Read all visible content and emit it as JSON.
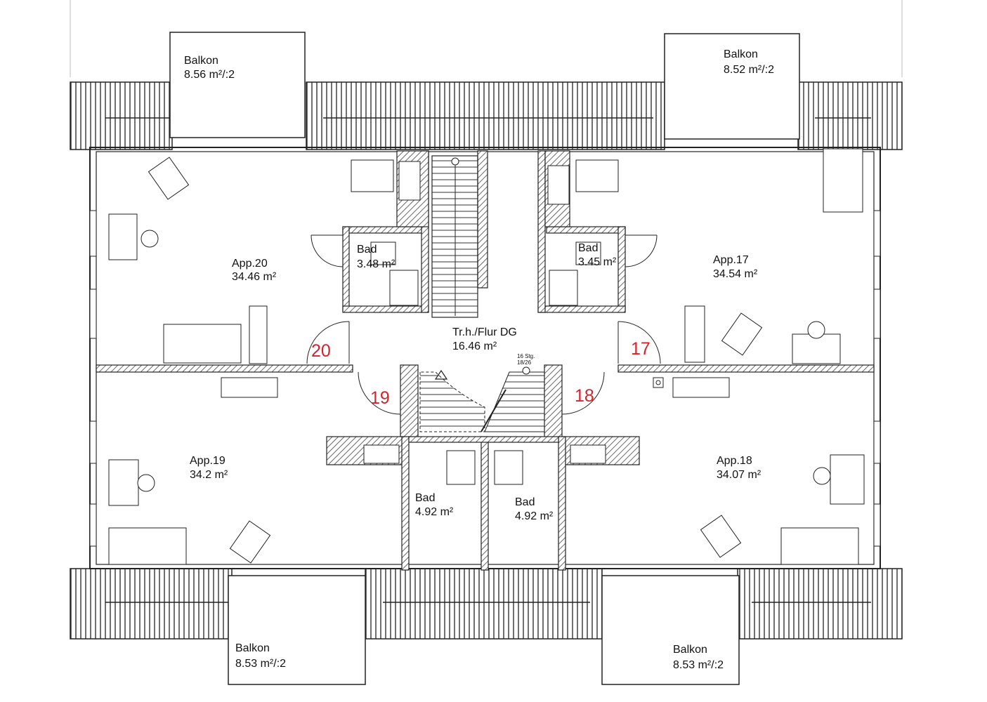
{
  "apartments": [
    {
      "name": "App.20",
      "area": "34.46 m²"
    },
    {
      "name": "App.17",
      "area": "34.54 m²"
    },
    {
      "name": "App.19",
      "area": "34.2 m²"
    },
    {
      "name": "App.18",
      "area": "34.07 m²"
    }
  ],
  "bathrooms": [
    {
      "name": "Bad",
      "area": "3.48 m²"
    },
    {
      "name": "Bad",
      "area": "3.45 m²"
    },
    {
      "name": "Bad",
      "area": "4.92 m²"
    },
    {
      "name": "Bad",
      "area": "4.92 m²"
    }
  ],
  "balconies": [
    {
      "name": "Balkon",
      "area": "8.56 m²/:2"
    },
    {
      "name": "Balkon",
      "area": "8.52 m²/:2"
    },
    {
      "name": "Balkon",
      "area": "8.53 m²/:2"
    },
    {
      "name": "Balkon",
      "area": "8.53 m²/:2"
    }
  ],
  "hallway": {
    "name": "Tr.h./Flur DG",
    "area": "16.46 m²"
  },
  "stairs": {
    "steps": "16 Stg.",
    "ratio": "18/26"
  },
  "door_numbers": [
    "20",
    "17",
    "19",
    "18"
  ],
  "colors": {
    "wall": "#222222",
    "hatch": "#555555",
    "door_number": "#d6222a",
    "roof": "#333333"
  }
}
